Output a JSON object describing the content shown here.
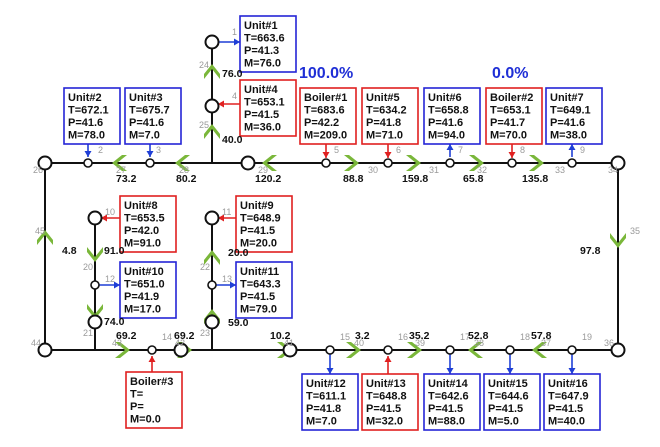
{
  "colors": {
    "pipe": "#111111",
    "node_fill": "#ffffff",
    "flow_arrow": "#7ab73a",
    "unit_border": "#2424d6",
    "unit_arrow": "#1f3fd6",
    "boiler_border": "#e02020",
    "boiler_arrow": "#e02020",
    "percent_text": "#1f2fd6",
    "node_number_text": "#9a9a9a"
  },
  "percentages": [
    {
      "id": "boiler1-percent",
      "text": "100.0%"
    },
    {
      "id": "boiler2-percent",
      "text": "0.0%"
    }
  ],
  "nodes": [
    {
      "id": "1",
      "label": "1"
    },
    {
      "id": "2",
      "label": "2"
    },
    {
      "id": "3",
      "label": "3"
    },
    {
      "id": "4",
      "label": "4"
    },
    {
      "id": "5",
      "label": "5"
    },
    {
      "id": "6",
      "label": "6"
    },
    {
      "id": "7",
      "label": "7"
    },
    {
      "id": "8",
      "label": "8"
    },
    {
      "id": "9",
      "label": "9"
    },
    {
      "id": "10",
      "label": "10"
    },
    {
      "id": "11",
      "label": "11"
    },
    {
      "id": "12",
      "label": "12"
    },
    {
      "id": "13",
      "label": "13"
    },
    {
      "id": "14",
      "label": "14"
    },
    {
      "id": "15",
      "label": "15"
    },
    {
      "id": "16",
      "label": "16"
    },
    {
      "id": "17",
      "label": "17"
    },
    {
      "id": "18",
      "label": "18"
    },
    {
      "id": "19",
      "label": "19"
    },
    {
      "id": "20",
      "label": "20"
    },
    {
      "id": "21",
      "label": "21"
    },
    {
      "id": "22",
      "label": "22"
    },
    {
      "id": "23",
      "label": "23"
    },
    {
      "id": "24",
      "label": "24"
    },
    {
      "id": "25",
      "label": "25"
    },
    {
      "id": "26",
      "label": "26"
    },
    {
      "id": "27",
      "label": "27"
    },
    {
      "id": "28",
      "label": "28"
    },
    {
      "id": "29",
      "label": "29"
    },
    {
      "id": "30",
      "label": "30"
    },
    {
      "id": "31",
      "label": "31"
    },
    {
      "id": "32",
      "label": "32"
    },
    {
      "id": "33",
      "label": "33"
    },
    {
      "id": "34",
      "label": "34"
    },
    {
      "id": "35",
      "label": "35"
    },
    {
      "id": "36",
      "label": "36"
    },
    {
      "id": "37",
      "label": "37"
    },
    {
      "id": "38",
      "label": "38"
    },
    {
      "id": "39",
      "label": "39"
    },
    {
      "id": "40",
      "label": "40"
    },
    {
      "id": "41",
      "label": "41"
    },
    {
      "id": "42",
      "label": "42"
    },
    {
      "id": "43",
      "label": "43"
    },
    {
      "id": "44",
      "label": "44"
    },
    {
      "id": "45",
      "label": "45"
    }
  ],
  "flow_values": [
    {
      "id": "f-top-vertical-upper",
      "text": "76.0"
    },
    {
      "id": "f-top-vertical-lower",
      "text": "40.0"
    },
    {
      "id": "f-27",
      "text": "73.2"
    },
    {
      "id": "f-28",
      "text": "80.2"
    },
    {
      "id": "f-29",
      "text": "120.2"
    },
    {
      "id": "f-30",
      "text": "88.8"
    },
    {
      "id": "f-31",
      "text": "159.8"
    },
    {
      "id": "f-32",
      "text": "65.8"
    },
    {
      "id": "f-33",
      "text": "135.8"
    },
    {
      "id": "f-45",
      "text": "4.8"
    },
    {
      "id": "f-35",
      "text": "97.8"
    },
    {
      "id": "f-20-upper",
      "text": "91.0"
    },
    {
      "id": "f-20-lower",
      "text": "74.0"
    },
    {
      "id": "f-22-upper",
      "text": "20.0"
    },
    {
      "id": "f-22-lower",
      "text": "59.0"
    },
    {
      "id": "f-43",
      "text": "69.2"
    },
    {
      "id": "f-42",
      "text": "69.2"
    },
    {
      "id": "f-41",
      "text": "10.2"
    },
    {
      "id": "f-40",
      "text": "3.2"
    },
    {
      "id": "f-39",
      "text": "35.2"
    },
    {
      "id": "f-38",
      "text": "52.8"
    },
    {
      "id": "f-37",
      "text": "57.8"
    }
  ],
  "units": [
    {
      "id": "unit1",
      "kind": "unit",
      "title": "Unit#1",
      "t": "T=663.6",
      "p": "P=41.3",
      "m": "M=76.0"
    },
    {
      "id": "unit4",
      "kind": "boiler",
      "title": "Unit#4",
      "t": "T=653.1",
      "p": "P=41.5",
      "m": "M=36.0"
    },
    {
      "id": "unit2",
      "kind": "unit",
      "title": "Unit#2",
      "t": "T=672.1",
      "p": "P=41.6",
      "m": "M=78.0"
    },
    {
      "id": "unit3",
      "kind": "unit",
      "title": "Unit#3",
      "t": "T=675.7",
      "p": "P=41.6",
      "m": "M=7.0"
    },
    {
      "id": "boiler1",
      "kind": "boiler",
      "title": "Boiler#1",
      "t": "T=683.6",
      "p": "P=42.2",
      "m": "M=209.0"
    },
    {
      "id": "unit5",
      "kind": "boiler",
      "title": "Unit#5",
      "t": "T=634.2",
      "p": "P=41.8",
      "m": "M=71.0"
    },
    {
      "id": "unit6",
      "kind": "unit",
      "title": "Unit#6",
      "t": "T=658.8",
      "p": "P=41.6",
      "m": "M=94.0"
    },
    {
      "id": "boiler2",
      "kind": "boiler",
      "title": "Boiler#2",
      "t": "T=653.1",
      "p": "P=41.7",
      "m": "M=70.0"
    },
    {
      "id": "unit7",
      "kind": "unit",
      "title": "Unit#7",
      "t": "T=649.1",
      "p": "P=41.6",
      "m": "M=38.0"
    },
    {
      "id": "unit8",
      "kind": "boiler",
      "title": "Unit#8",
      "t": "T=653.5",
      "p": "P=42.0",
      "m": "M=91.0"
    },
    {
      "id": "unit9",
      "kind": "boiler",
      "title": "Unit#9",
      "t": "T=648.9",
      "p": "P=41.5",
      "m": "M=20.0"
    },
    {
      "id": "unit10",
      "kind": "unit",
      "title": "Unit#10",
      "t": "T=651.0",
      "p": "P=41.9",
      "m": "M=17.0"
    },
    {
      "id": "unit11",
      "kind": "unit",
      "title": "Unit#11",
      "t": "T=643.3",
      "p": "P=41.5",
      "m": "M=79.0"
    },
    {
      "id": "boiler3",
      "kind": "boiler",
      "title": "Boiler#3",
      "t": "T=",
      "p": "P=",
      "m": "M=0.0"
    },
    {
      "id": "unit12",
      "kind": "unit",
      "title": "Unit#12",
      "t": "T=611.1",
      "p": "P=41.8",
      "m": "M=7.0"
    },
    {
      "id": "unit13",
      "kind": "boiler",
      "title": "Unit#13",
      "t": "T=648.8",
      "p": "P=41.5",
      "m": "M=32.0"
    },
    {
      "id": "unit14",
      "kind": "unit",
      "title": "Unit#14",
      "t": "T=642.6",
      "p": "P=41.5",
      "m": "M=88.0"
    },
    {
      "id": "unit15",
      "kind": "unit",
      "title": "Unit#15",
      "t": "T=644.6",
      "p": "P=41.5",
      "m": "M=5.0"
    },
    {
      "id": "unit16",
      "kind": "unit",
      "title": "Unit#16",
      "t": "T=647.9",
      "p": "P=41.5",
      "m": "M=40.0"
    }
  ]
}
